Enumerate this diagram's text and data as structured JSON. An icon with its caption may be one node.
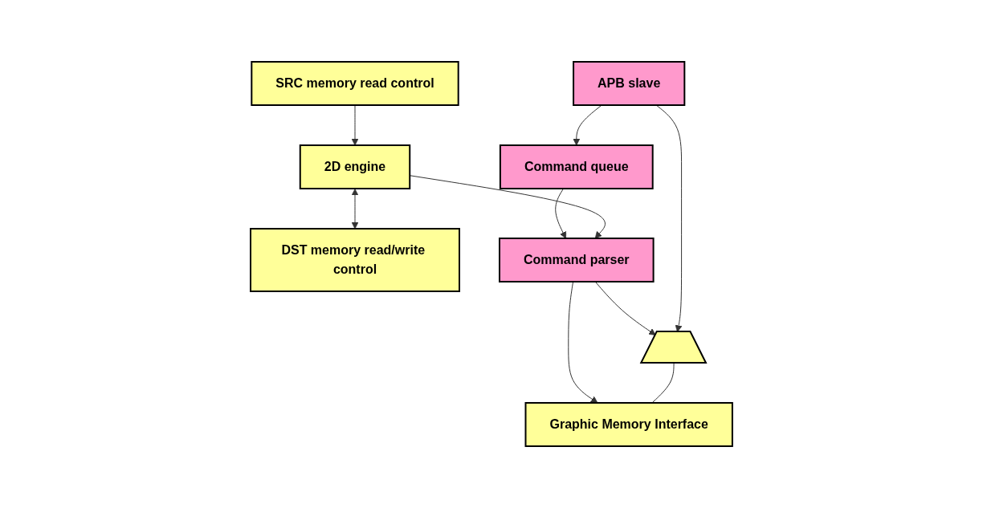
{
  "diagram": {
    "nodes": [
      {
        "text": [
          "APB slave"
        ]
      },
      {
        "text": [
          "Command queue"
        ]
      },
      {
        "text": [
          "Command parser"
        ]
      },
      {
        "text": [
          "2D engine"
        ]
      },
      {
        "text": [
          "DST memory read/write control"
        ]
      },
      {
        "text": [],
        "shape": "trapezoid"
      },
      {
        "text": [
          "Graphic Memory Interface"
        ]
      },
      {
        "text": [
          "SRC memory read control"
        ]
      }
    ],
    "edges": [
      {
        "from": 0,
        "to": 1,
        "arrow": "to"
      },
      {
        "from": 1,
        "to": 2,
        "arrow": "to"
      },
      {
        "from": 3,
        "to": 2,
        "arrow": "to"
      },
      {
        "from": 3,
        "to": 4,
        "arrow": "both"
      },
      {
        "from": 2,
        "to": 6,
        "arrow": "to"
      },
      {
        "from": 2,
        "to": 5,
        "arrow": "to"
      },
      {
        "from": 0,
        "to": 5,
        "arrow": "to"
      },
      {
        "from": 5,
        "to": 6,
        "arrow": "none"
      },
      {
        "from": 7,
        "to": 3,
        "arrow": "to"
      }
    ]
  }
}
